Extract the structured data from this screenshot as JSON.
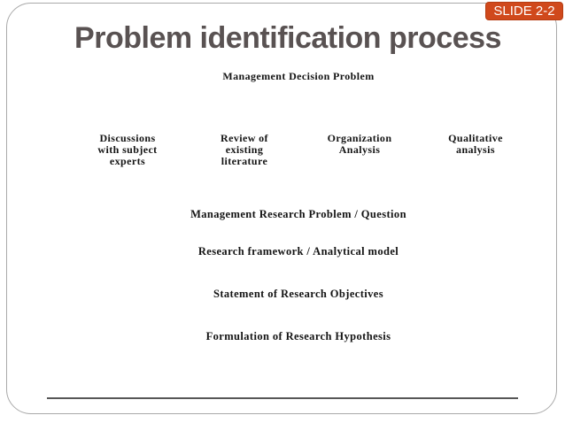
{
  "slide": {
    "badge": "SLIDE 2-2",
    "title": "Problem identification process"
  },
  "diagram": {
    "top_node": "Management Decision Problem",
    "methods": [
      "Discussions\nwith subject\nexperts",
      "Review of\nexisting\nliterature",
      "Organization\nAnalysis",
      "Qualitative\nanalysis"
    ],
    "steps": [
      "Management Research Problem / Question",
      "Research framework / Analytical model",
      "Statement of Research Objectives",
      "Formulation of Research Hypothesis"
    ]
  },
  "colors": {
    "badge_bg": "#d0491c",
    "badge_text": "#ffffff",
    "title_text": "#595252",
    "body_text": "#141414",
    "slide_border": "#a9a9a9",
    "footer_line": "#565656"
  }
}
